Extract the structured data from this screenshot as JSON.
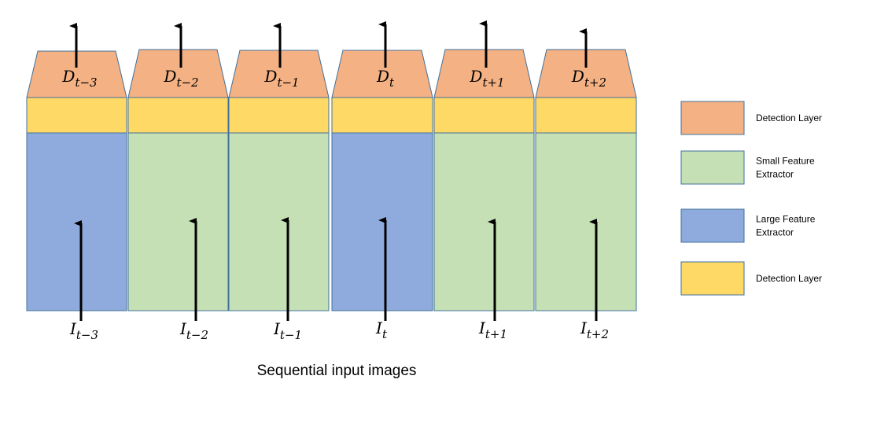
{
  "colors": {
    "detection_head": "#F4B183",
    "detection_layer": "#FFD966",
    "small_extractor": "#C5E0B4",
    "large_extractor": "#8FAADC",
    "outline": "#41719C",
    "arrow": "#000000"
  },
  "frames": [
    {
      "extractor": "large",
      "output": {
        "base": "D",
        "sub": "t−3"
      },
      "input": {
        "base": "I",
        "sub": "t−3"
      }
    },
    {
      "extractor": "small",
      "output": {
        "base": "D",
        "sub": "t−2"
      },
      "input": {
        "base": "I",
        "sub": "t−2"
      }
    },
    {
      "extractor": "small",
      "output": {
        "base": "D",
        "sub": "t−1"
      },
      "input": {
        "base": "I",
        "sub": "t−1"
      }
    },
    {
      "extractor": "large",
      "output": {
        "base": "D",
        "sub": "t"
      },
      "input": {
        "base": "I",
        "sub": "t"
      }
    },
    {
      "extractor": "small",
      "output": {
        "base": "D",
        "sub": "t+1"
      },
      "input": {
        "base": "I",
        "sub": "t+1"
      }
    },
    {
      "extractor": "small",
      "output": {
        "base": "D",
        "sub": "t+2"
      },
      "input": {
        "base": "I",
        "sub": "t+2"
      }
    }
  ],
  "legend": [
    {
      "kind": "detection_head",
      "label_lines": [
        "Detection Layer"
      ]
    },
    {
      "kind": "small_extractor",
      "label_lines": [
        "Small Feature",
        "Extractor"
      ]
    },
    {
      "kind": "large_extractor",
      "label_lines": [
        "Large Feature",
        "Extractor"
      ]
    },
    {
      "kind": "detection_layer",
      "label_lines": [
        "Detection Layer"
      ]
    }
  ],
  "caption": "Sequential input images"
}
